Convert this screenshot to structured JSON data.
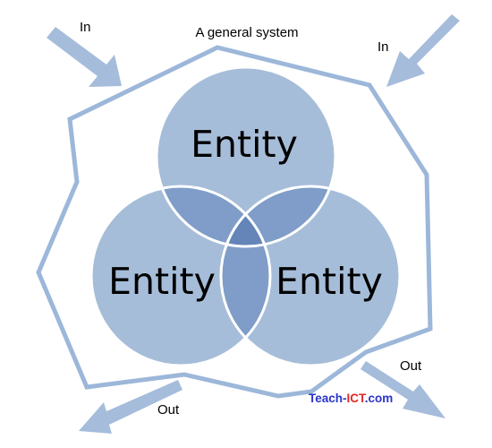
{
  "diagram": {
    "title": "A general system",
    "inputs": [
      {
        "label": "In"
      },
      {
        "label": "In"
      }
    ],
    "outputs": [
      {
        "label": "Out"
      },
      {
        "label": "Out"
      }
    ],
    "entities": [
      {
        "label": "Entity"
      },
      {
        "label": "Entity"
      },
      {
        "label": "Entity"
      }
    ],
    "logo": {
      "text": "Teach-ICT.com",
      "parts": [
        "Teach-",
        "ICT",
        ".com"
      ]
    }
  },
  "colors": {
    "boundary": "#9cb7d9",
    "arrow": "#a5bcdb",
    "circle_fill": "#a6bdd9",
    "overlap_fill": "#7f9dc8",
    "center_fill": "#6585b9",
    "circle_edge": "#ffffff",
    "logo_blue": "#2a33c8",
    "logo_red": "#e02828"
  }
}
